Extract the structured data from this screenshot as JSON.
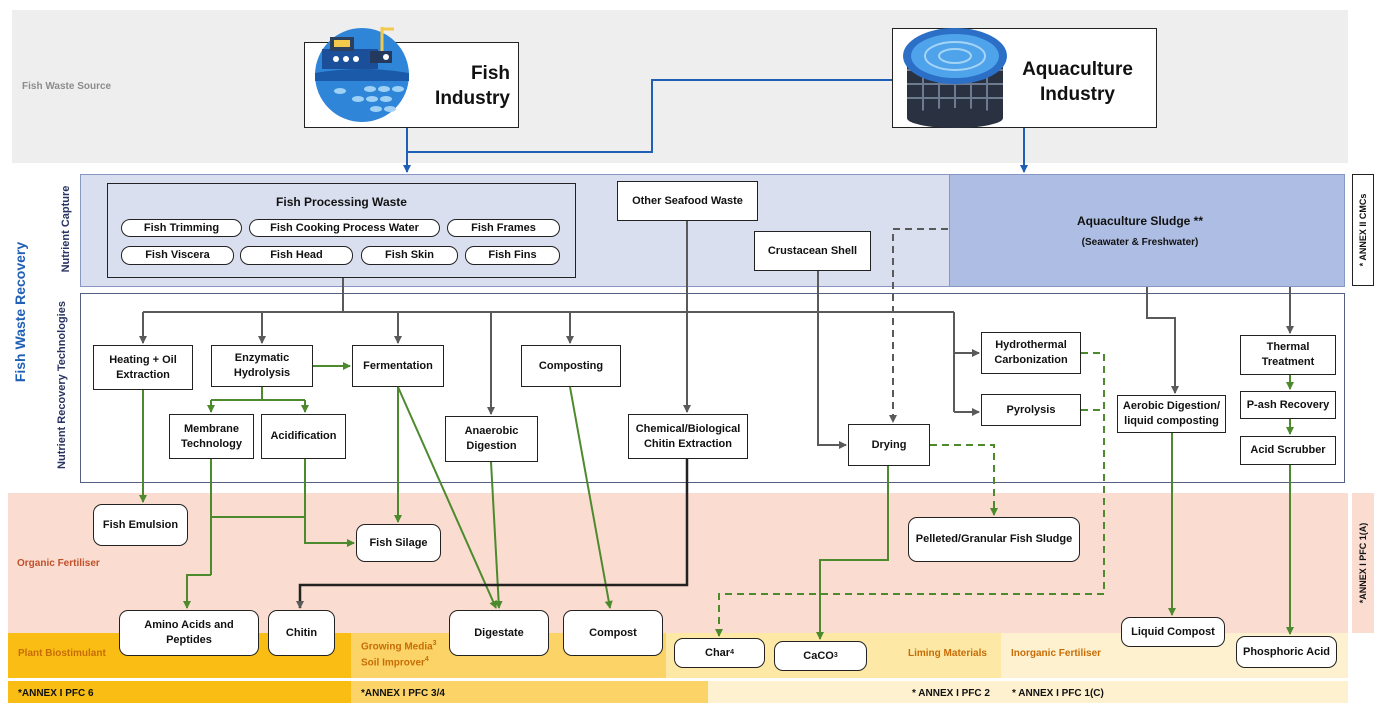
{
  "colors": {
    "blue": "#1F5FB5",
    "green": "#4D8A2E",
    "grey": "#5a5a5a"
  },
  "source": {
    "label": "Fish Waste Source",
    "fish_industry": "Fish\nIndustry",
    "aquaculture_industry": "Aquaculture\nIndustry"
  },
  "side": {
    "main": "Fish Waste Recovery",
    "capture": "Nutrient Capture",
    "technologies": "Nutrient Recovery Technologies",
    "annex2": "* ANNEX II CMCs",
    "annex1a": "*ANNEX I PFC 1(A)"
  },
  "capture": {
    "fpw_title": "Fish Processing Waste",
    "items": [
      "Fish Trimming",
      "Fish Cooking Process Water",
      "Fish Frames",
      "Fish Viscera",
      "Fish Head",
      "Fish Skin",
      "Fish Fins"
    ],
    "other_seafood": "Other Seafood Waste",
    "crustacean": "Crustacean Shell",
    "sludge_title": "Aquaculture Sludge **",
    "sludge_sub": "(Seawater & Freshwater)"
  },
  "tech": {
    "heating": "Heating + Oil\nExtraction",
    "enzymatic": "Enzymatic\nHydrolysis",
    "fermentation": "Fermentation",
    "composting": "Composting",
    "membrane": "Membrane\nTechnology",
    "acidification": "Acidification",
    "anaerobic": "Anaerobic\nDigestion",
    "chitin_ext": "Chemical/Biological\nChitin Extraction",
    "hydrothermal": "Hydrothermal\nCarbonization",
    "pyrolysis": "Pyrolysis",
    "drying": "Drying",
    "aerobic": "Aerobic Digestion/\nliquid composting",
    "thermal": "Thermal\nTreatment",
    "pash": "P-ash Recovery",
    "scrubber": "Acid Scrubber"
  },
  "organic": {
    "label": "Organic Fertiliser",
    "fish_emulsion": "Fish Emulsion",
    "fish_silage": "Fish Silage",
    "pelleted": "Pelleted/Granular Fish Sludge"
  },
  "products": {
    "amino": "Amino Acids and\nPeptides",
    "chitin": "Chitin",
    "digestate": "Digestate",
    "compost": "Compost",
    "char": "Char",
    "char_sup": "4",
    "caco3_main": "CaCO",
    "caco3_sub": "3",
    "liquid_compost": "Liquid Compost",
    "phosphoric": "Phosphoric Acid"
  },
  "categories": {
    "plant_biostimulant": "Plant Biostimulant",
    "growing_media": "Growing Media",
    "growing_media_sup": "3",
    "soil_improver": "Soil Improver",
    "soil_improver_sup": "4",
    "liming": "Liming Materials",
    "inorganic": "Inorganic Fertiliser"
  },
  "annex_footer": {
    "pfc6": "*ANNEX I PFC 6",
    "pfc34": "*ANNEX I PFC 3/4",
    "pfc2": "* ANNEX I PFC 2",
    "pfc1c": "* ANNEX I PFC 1(C)"
  }
}
